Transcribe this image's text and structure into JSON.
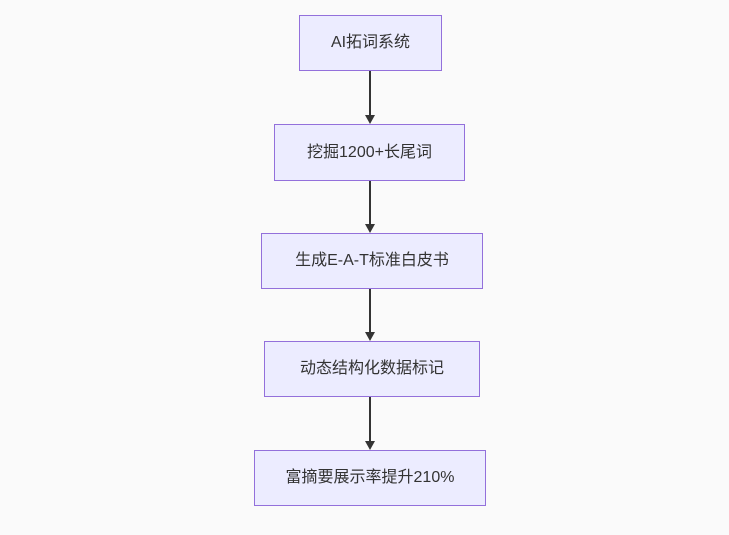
{
  "colors": {
    "background": "#FAFAFA",
    "node_fill": "#ECECFF",
    "node_border": "#9370DB",
    "text": "#333333",
    "arrow": "#333333"
  },
  "flowchart": {
    "type": "flowchart",
    "direction": "top-down",
    "nodes": [
      {
        "label": "AI拓词系统"
      },
      {
        "label": "挖掘1200+长尾词"
      },
      {
        "label": "生成E-A-T标准白皮书"
      },
      {
        "label": "动态结构化数据标记"
      },
      {
        "label": "富摘要展示率提升210%"
      }
    ],
    "edges": [
      {
        "from_index": 0,
        "to_index": 1,
        "arrow": "down"
      },
      {
        "from_index": 1,
        "to_index": 2,
        "arrow": "down"
      },
      {
        "from_index": 2,
        "to_index": 3,
        "arrow": "down"
      },
      {
        "from_index": 3,
        "to_index": 4,
        "arrow": "down"
      }
    ]
  }
}
